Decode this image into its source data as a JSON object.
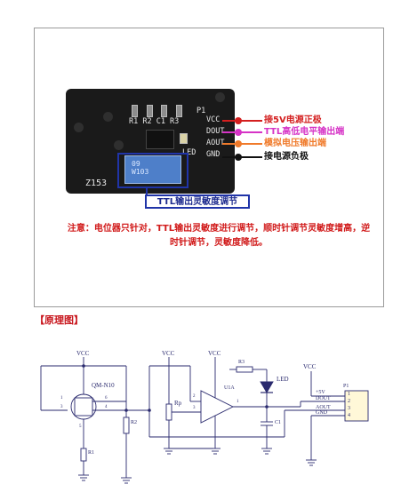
{
  "board": {
    "silk_top": "R1 R2 C1 R3",
    "silk_p1": "P1",
    "pins": [
      "VCC",
      "DOUT",
      "AOUT",
      "GND"
    ],
    "silk_led": "LED",
    "silk_model": "Z153",
    "pot_marking": "09\nW103"
  },
  "pin_labels": [
    {
      "text": "接5V电源正极",
      "color": "#d41f1f"
    },
    {
      "text": "TTL高低电平输出端",
      "color": "#d633c6"
    },
    {
      "text": "模拟电压输出端",
      "color": "#f07a2a"
    },
    {
      "text": "接电源负极",
      "color": "#111111"
    }
  ],
  "pot_callout": "TTL输出灵敏度调节",
  "note": "注意：电位器只针对，TTL输出灵敏度进行调节，顺时针调节灵敏度增高，逆时针调节，灵敏度降低。",
  "section_title": "【原理图】",
  "schematic": {
    "vcc": "VCC",
    "sensor": "QM-N10",
    "r1": "R1",
    "r2": "R2",
    "rp": "Rp",
    "r3": "R3",
    "led": "LED",
    "c1": "C1",
    "opamp": "U1A",
    "p1": "P1",
    "plus5v": "+5V",
    "header_pins": [
      "DOUT",
      "AOUT",
      "GND"
    ],
    "header_numbers": [
      "1",
      "2",
      "3",
      "4"
    ],
    "sensor_pins": [
      "1",
      "3",
      "6",
      "4",
      "5"
    ],
    "opamp_pins": [
      "2",
      "3",
      "1"
    ]
  }
}
